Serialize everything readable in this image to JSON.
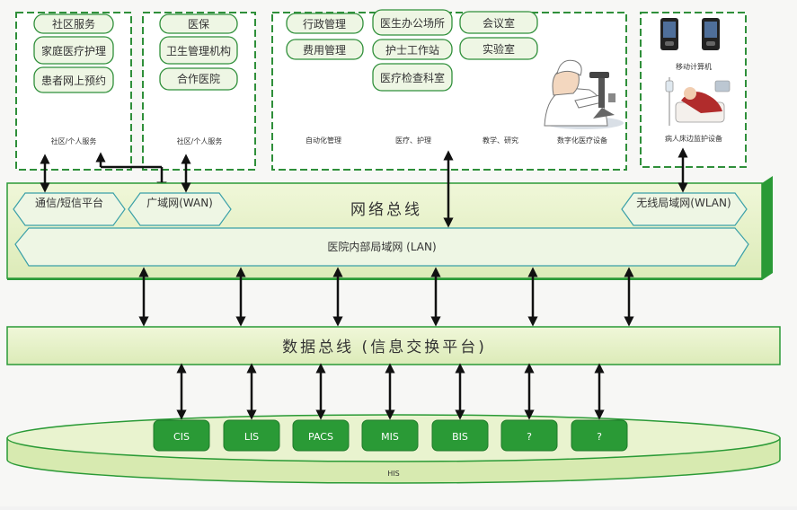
{
  "groups": {
    "community": {
      "items": [
        "社区服务",
        "家庭医疗护理",
        "患者网上预约"
      ],
      "caption": "社区/个人服务"
    },
    "insurance": {
      "items": [
        "医保",
        "卫生管理机构",
        "合作医院"
      ],
      "caption": "社区/个人服务"
    },
    "hospital": {
      "col1": [
        "行政管理",
        "费用管理"
      ],
      "col2": [
        "医生办公场所",
        "护士工作站",
        "医疗检查科室"
      ],
      "col3": [
        "会议室",
        "实验室"
      ],
      "captions": [
        "自动化管理",
        "医疗、护理",
        "教学、研究",
        "数字化医疗设备"
      ]
    },
    "mobile": {
      "caption_top": "移动计算机",
      "caption_bottom": "病人床边监护设备"
    }
  },
  "network_bus": {
    "title": "网络总线",
    "left_a": "通信/短信平台",
    "left_b": "广域网(WAN)",
    "right": "无线局域网(WLAN)",
    "lan": "医院内部局域网 (LAN)"
  },
  "data_bus": {
    "title": "数据总线 (信息交换平台)"
  },
  "his": {
    "label": "HIS",
    "systems": [
      "CIS",
      "LIS",
      "PACS",
      "MIS",
      "BIS",
      "?",
      "?"
    ]
  },
  "colors": {
    "green": "#2a9a36",
    "lightgreen": "#e9f3cf",
    "pill": "#eef6e4",
    "border": "#2f8f3a"
  }
}
